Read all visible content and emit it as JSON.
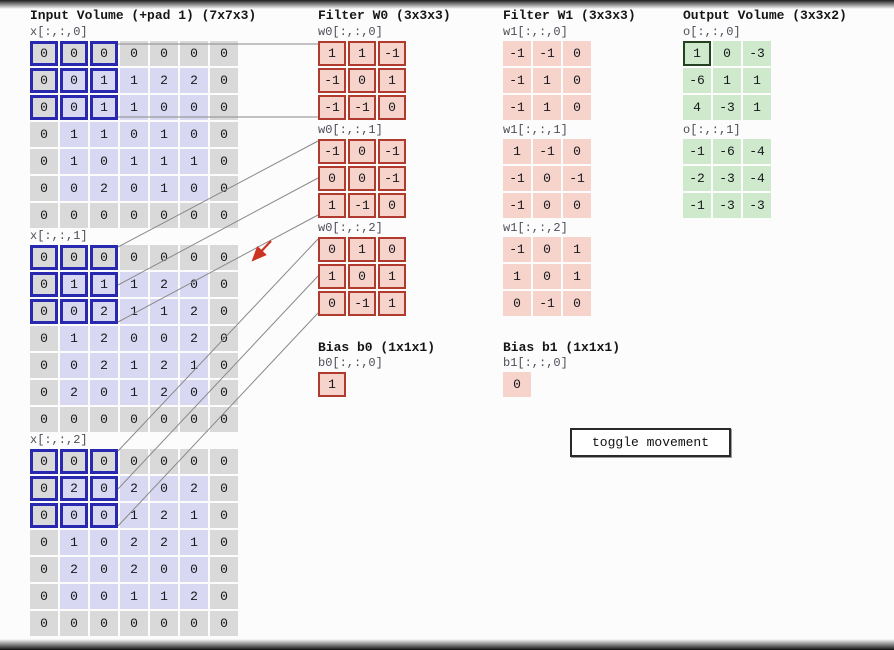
{
  "colors": {
    "input-pad": "#d9d9d9",
    "input-body": "#d8d8f2",
    "input-highlight-border": "#2929b0",
    "filter-bg": "#f6d3cb",
    "filter-border": "#b03a2e",
    "output-bg": "#cfe9cd",
    "output-highlight-border": "#24421f",
    "wire": "#8a8a8a",
    "annotation": "#cc3322"
  },
  "input_volume": {
    "title": "Input Volume (+pad 1) (7x7x3)",
    "slices": [
      {
        "label": "x[:,:,0]",
        "grid": [
          [
            0,
            0,
            0,
            0,
            0,
            0,
            0
          ],
          [
            0,
            0,
            1,
            1,
            2,
            2,
            0
          ],
          [
            0,
            0,
            1,
            1,
            0,
            0,
            0
          ],
          [
            0,
            1,
            1,
            0,
            1,
            0,
            0
          ],
          [
            0,
            1,
            0,
            1,
            1,
            1,
            0
          ],
          [
            0,
            0,
            2,
            0,
            1,
            0,
            0
          ],
          [
            0,
            0,
            0,
            0,
            0,
            0,
            0
          ]
        ]
      },
      {
        "label": "x[:,:,1]",
        "grid": [
          [
            0,
            0,
            0,
            0,
            0,
            0,
            0
          ],
          [
            0,
            1,
            1,
            1,
            2,
            0,
            0
          ],
          [
            0,
            0,
            2,
            1,
            1,
            2,
            0
          ],
          [
            0,
            1,
            2,
            0,
            0,
            2,
            0
          ],
          [
            0,
            0,
            2,
            1,
            2,
            1,
            0
          ],
          [
            0,
            2,
            0,
            1,
            2,
            0,
            0
          ],
          [
            0,
            0,
            0,
            0,
            0,
            0,
            0
          ]
        ]
      },
      {
        "label": "x[:,:,2]",
        "grid": [
          [
            0,
            0,
            0,
            0,
            0,
            0,
            0
          ],
          [
            0,
            2,
            0,
            2,
            0,
            2,
            0
          ],
          [
            0,
            0,
            0,
            1,
            2,
            1,
            0
          ],
          [
            0,
            1,
            0,
            2,
            2,
            1,
            0
          ],
          [
            0,
            2,
            0,
            2,
            0,
            0,
            0
          ],
          [
            0,
            0,
            0,
            1,
            1,
            2,
            0
          ],
          [
            0,
            0,
            0,
            0,
            0,
            0,
            0
          ]
        ]
      }
    ]
  },
  "filter_w0": {
    "title": "Filter W0 (3x3x3)",
    "slices": [
      {
        "label": "w0[:,:,0]",
        "grid": [
          [
            1,
            1,
            -1
          ],
          [
            -1,
            0,
            1
          ],
          [
            -1,
            -1,
            0
          ]
        ]
      },
      {
        "label": "w0[:,:,1]",
        "grid": [
          [
            -1,
            0,
            -1
          ],
          [
            0,
            0,
            -1
          ],
          [
            1,
            -1,
            0
          ]
        ]
      },
      {
        "label": "w0[:,:,2]",
        "grid": [
          [
            0,
            1,
            0
          ],
          [
            1,
            0,
            1
          ],
          [
            0,
            -1,
            1
          ]
        ]
      }
    ]
  },
  "filter_w1": {
    "title": "Filter W1 (3x3x3)",
    "slices": [
      {
        "label": "w1[:,:,0]",
        "grid": [
          [
            -1,
            -1,
            0
          ],
          [
            -1,
            1,
            0
          ],
          [
            -1,
            1,
            0
          ]
        ]
      },
      {
        "label": "w1[:,:,1]",
        "grid": [
          [
            1,
            -1,
            0
          ],
          [
            -1,
            0,
            -1
          ],
          [
            -1,
            0,
            0
          ]
        ]
      },
      {
        "label": "w1[:,:,2]",
        "grid": [
          [
            -1,
            0,
            1
          ],
          [
            1,
            0,
            1
          ],
          [
            0,
            -1,
            0
          ]
        ]
      }
    ]
  },
  "output_volume": {
    "title": "Output Volume (3x3x2)",
    "slices": [
      {
        "label": "o[:,:,0]",
        "grid": [
          [
            1,
            0,
            -3
          ],
          [
            -6,
            1,
            1
          ],
          [
            4,
            -3,
            1
          ]
        ]
      },
      {
        "label": "o[:,:,1]",
        "grid": [
          [
            -1,
            -6,
            -4
          ],
          [
            -2,
            -3,
            -4
          ],
          [
            -1,
            -3,
            -3
          ]
        ]
      }
    ]
  },
  "bias_b0": {
    "title": "Bias b0 (1x1x1)",
    "label": "b0[:,:,0]",
    "grid": [
      [
        1
      ]
    ]
  },
  "bias_b1": {
    "title": "Bias b1 (1x1x1)",
    "label": "b1[:,:,0]",
    "grid": [
      [
        0
      ]
    ]
  },
  "controls": {
    "toggle_button_label": "toggle movement"
  }
}
